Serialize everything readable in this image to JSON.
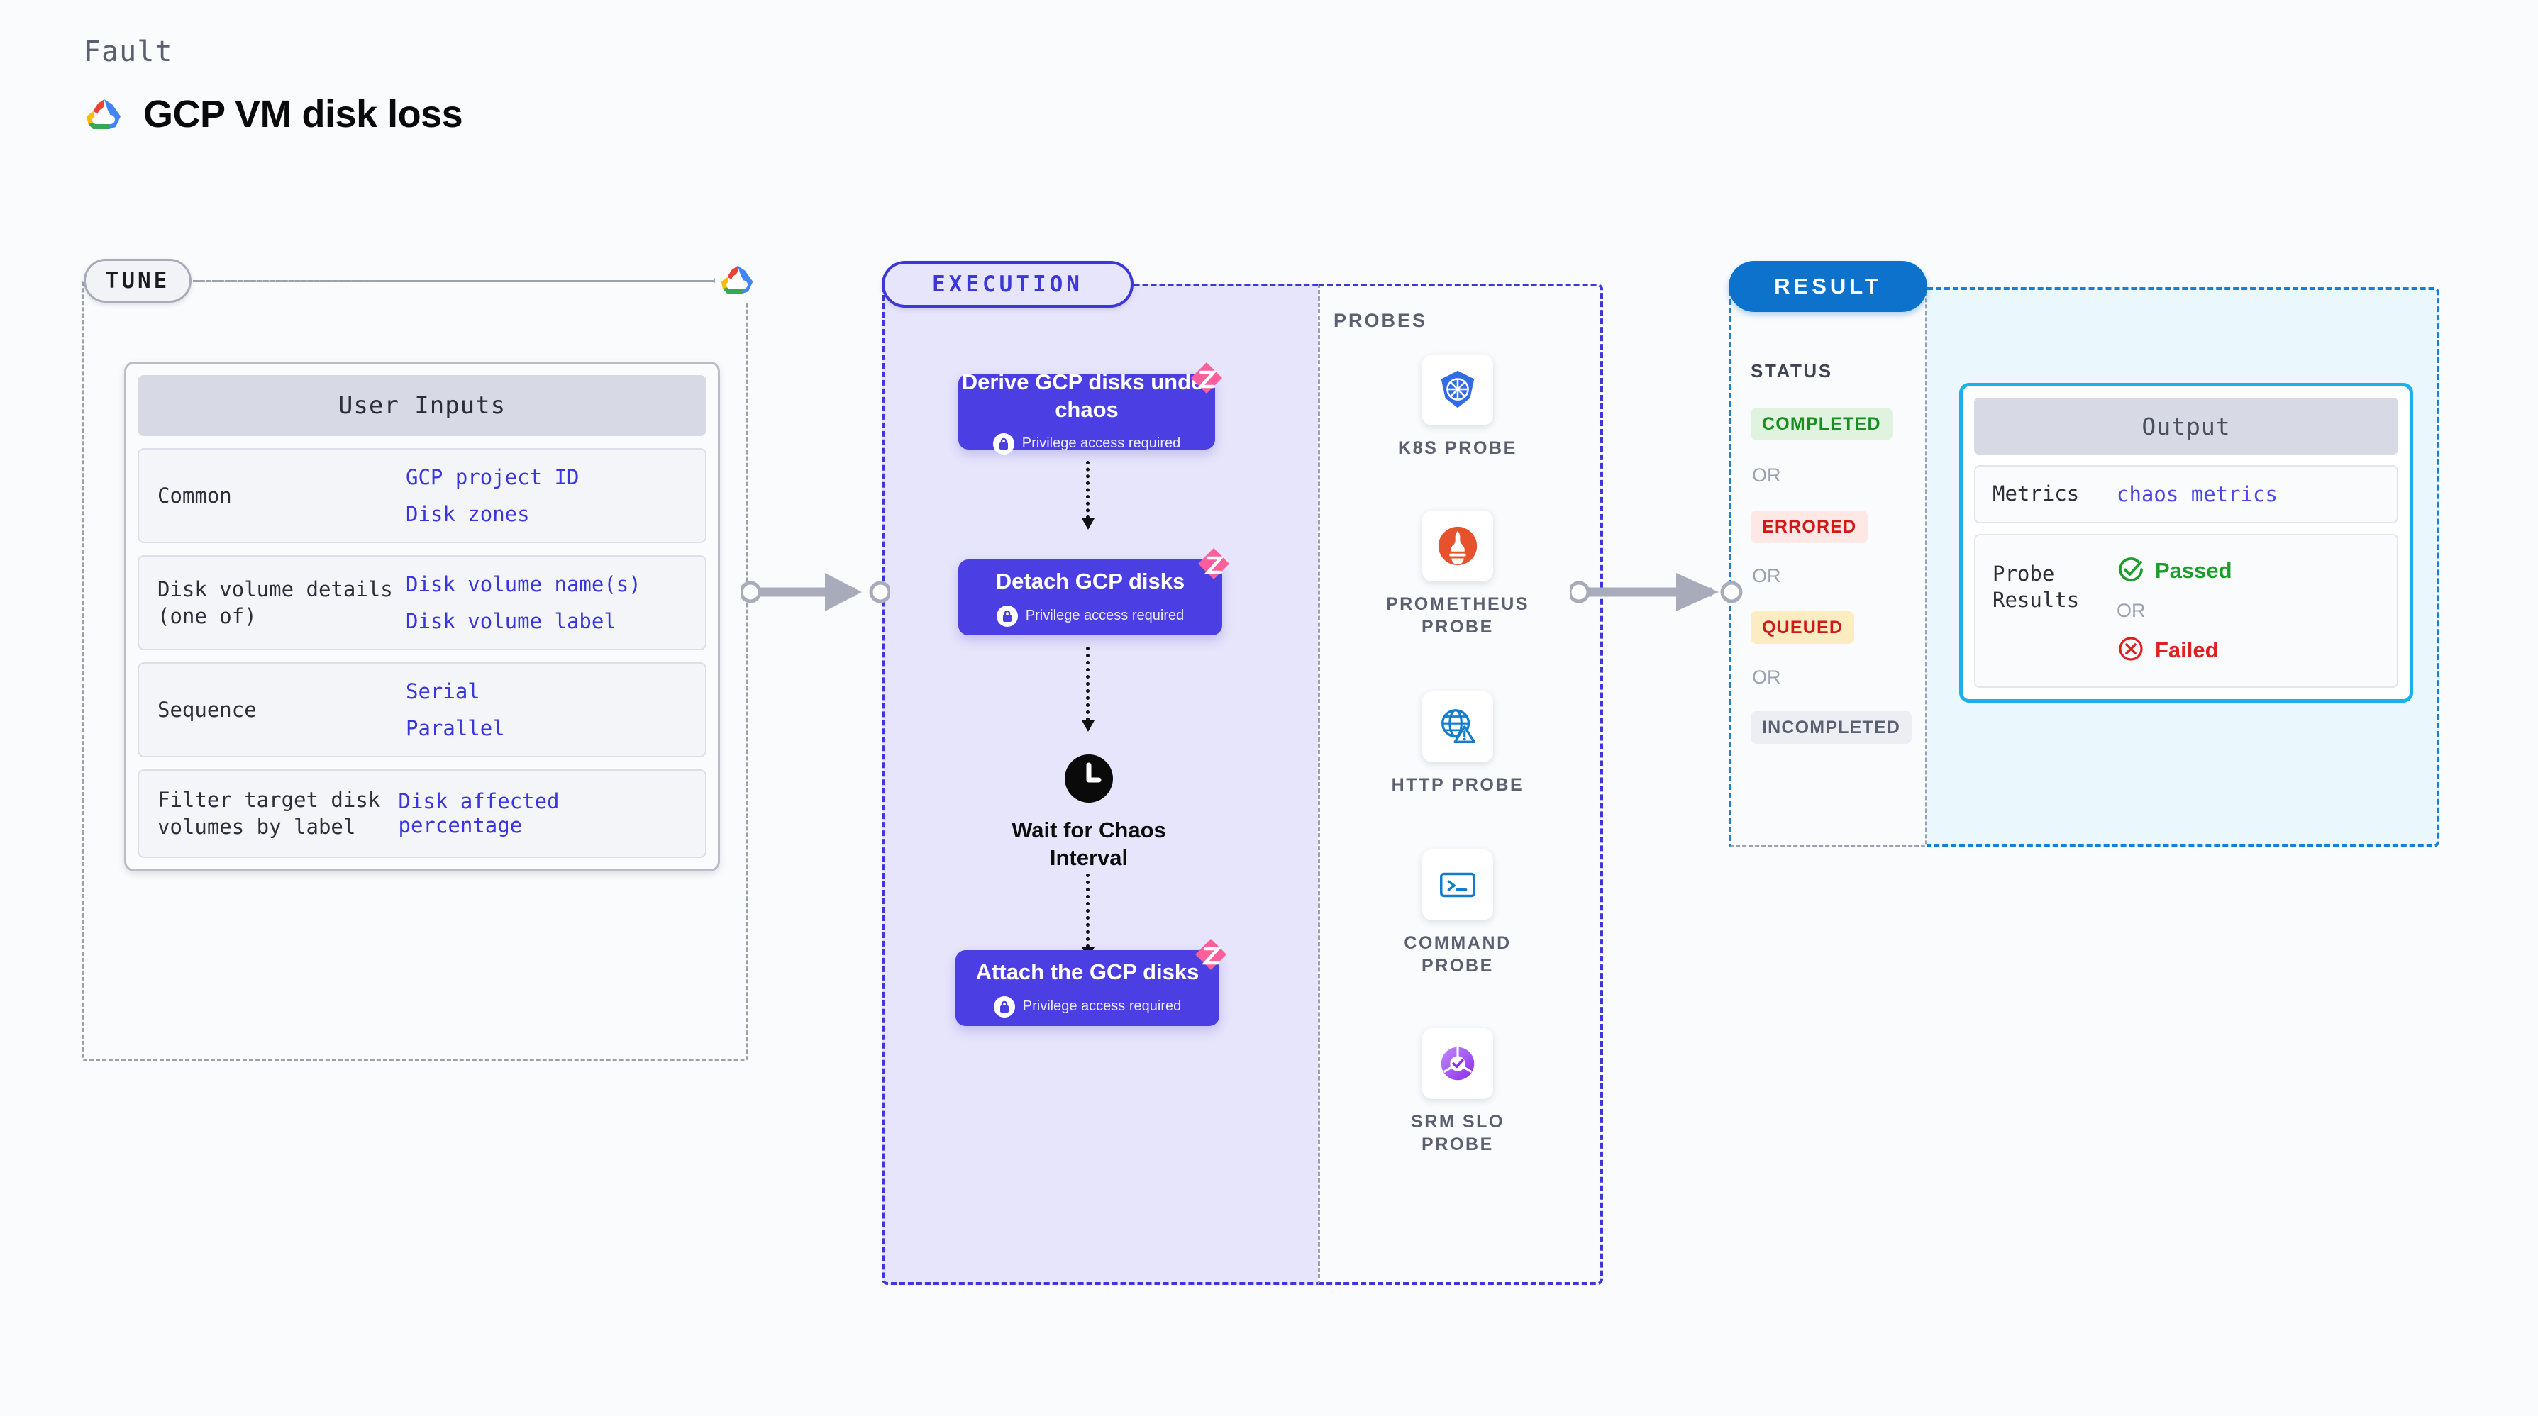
{
  "header": {
    "eyebrow": "Fault",
    "title": "GCP VM disk loss",
    "logo_icon": "gcp-cloud-logo"
  },
  "tune": {
    "badge": "TUNE",
    "provider_icon": "gcp-cloud-logo",
    "card_title": "User Inputs",
    "rows": [
      {
        "key": "Common",
        "values": [
          "GCP project ID",
          "Disk zones"
        ]
      },
      {
        "key": "Disk volume details (one of)",
        "values": [
          "Disk volume name(s)",
          "Disk volume label"
        ]
      },
      {
        "key": "Sequence",
        "values": [
          "Serial",
          "Parallel"
        ]
      },
      {
        "key": "Filter target disk volumes by label",
        "values": [
          "Disk affected percentage"
        ]
      }
    ]
  },
  "execution": {
    "badge": "EXECUTION",
    "privilege_note": "Privilege access required",
    "steps": [
      {
        "title": "Derive GCP disks under chaos",
        "privileged": true,
        "ribbon_icon": "litmus-logo-icon"
      },
      {
        "title": "Detach GCP disks",
        "privileged": true,
        "ribbon_icon": "litmus-logo-icon"
      },
      {
        "title": "Attach the GCP disks",
        "privileged": true,
        "ribbon_icon": "litmus-logo-icon"
      }
    ],
    "wait_node": {
      "label": "Wait for Chaos Interval",
      "icon": "clock-icon"
    }
  },
  "probes": {
    "title": "PROBES",
    "items": [
      {
        "label": "K8S PROBE",
        "icon": "kubernetes-icon"
      },
      {
        "label": "PROMETHEUS PROBE",
        "icon": "prometheus-icon"
      },
      {
        "label": "HTTP PROBE",
        "icon": "http-globe-icon"
      },
      {
        "label": "COMMAND PROBE",
        "icon": "terminal-icon"
      },
      {
        "label": "SRM SLO PROBE",
        "icon": "srm-slo-icon"
      }
    ]
  },
  "result": {
    "badge": "RESULT",
    "status_title": "STATUS",
    "or_label": "OR",
    "statuses": [
      {
        "label": "COMPLETED",
        "bg": "#dff3de",
        "fg": "#1a8d22"
      },
      {
        "label": "ERRORED",
        "bg": "#fde8e6",
        "fg": "#cf1a18"
      },
      {
        "label": "QUEUED",
        "bg": "#fcecc2",
        "fg": "#cf1a18"
      },
      {
        "label": "INCOMPLETED",
        "bg": "#eceef4",
        "fg": "#5a6070"
      }
    ],
    "output": {
      "title": "Output",
      "metrics_key": "Metrics",
      "metrics_value": "chaos metrics",
      "probe_results_key": "Probe Results",
      "passed_label": "Passed",
      "failed_label": "Failed",
      "or_label": "OR",
      "passed_icon": "check-circle-icon",
      "failed_icon": "x-circle-icon"
    }
  },
  "colors": {
    "step_card": "#4b3fe4",
    "execution_accent": "#3d37d8",
    "result_accent": "#0d72cc",
    "output_border": "#1bb0ec",
    "link": "#4b45e8",
    "passed": "#1a9e2a",
    "failed": "#e02020"
  }
}
